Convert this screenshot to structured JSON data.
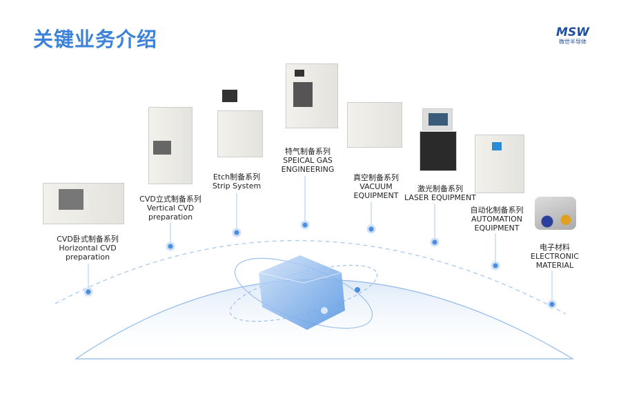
{
  "header": {
    "title": "关键业务介绍",
    "logo_text": "MSW",
    "logo_subtitle": "微世半导体"
  },
  "products": [
    {
      "cn": "CVD卧式制备系列",
      "en1": "Horizontal CVD",
      "en2": "preparation"
    },
    {
      "cn": "CVD立式制备系列",
      "en1": "Vertical CVD",
      "en2": "preparation"
    },
    {
      "cn": "Etch制备系列",
      "en1": "Strip System",
      "en2": ""
    },
    {
      "cn": "特气制备系列",
      "en1": "SPEICAL GAS",
      "en2": "ENGINEERING"
    },
    {
      "cn": "真空制备系列",
      "en1": "VACUUM",
      "en2": "EQUIPMENT"
    },
    {
      "cn": "激光制备系列",
      "en1": "LASER EQUIPMENT",
      "en2": ""
    },
    {
      "cn": "自动化制备系列",
      "en1": "AUTOMATION",
      "en2": "EQUIPMENT"
    },
    {
      "cn": "电子材料",
      "en1": "ELECTRONIC",
      "en2": "MATERIAL"
    }
  ],
  "colors": {
    "accent": "#3c82d8",
    "dot": "#4a8ee0",
    "line": "#a9c8ee"
  }
}
